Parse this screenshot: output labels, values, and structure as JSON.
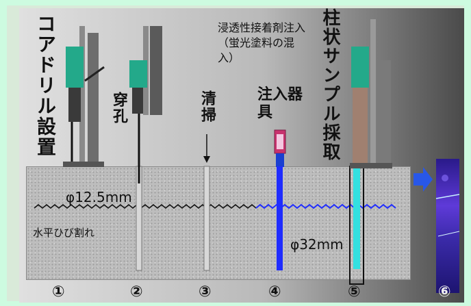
{
  "labels": {
    "core_drill_setup": "コアドリル設置",
    "drilling": "穿孔",
    "cleaning": "清掃",
    "injection_tool": "注入器具",
    "injection_note": "浸透性接着剤注入（蛍光塗料の混入）",
    "core_sampling": "柱状サンプル採取",
    "hole_diameter": "φ12.5mm",
    "core_diameter": "φ32mm",
    "horizontal_crack": "水平ひび割れ"
  },
  "steps": [
    "①",
    "②",
    "③",
    "④",
    "⑤",
    "⑥"
  ],
  "icons": {
    "drill_machine": "core-drill-icon",
    "arrow": "right-arrow-icon",
    "core_sample": "fluorescent-core-sample-icon"
  },
  "colors": {
    "background": "#cdfbe0",
    "concrete": "#bdbdbd",
    "crack": "#111111",
    "adhesive": "#1f2cff",
    "core": "#33e0e0",
    "arrow": "#2857e8"
  }
}
